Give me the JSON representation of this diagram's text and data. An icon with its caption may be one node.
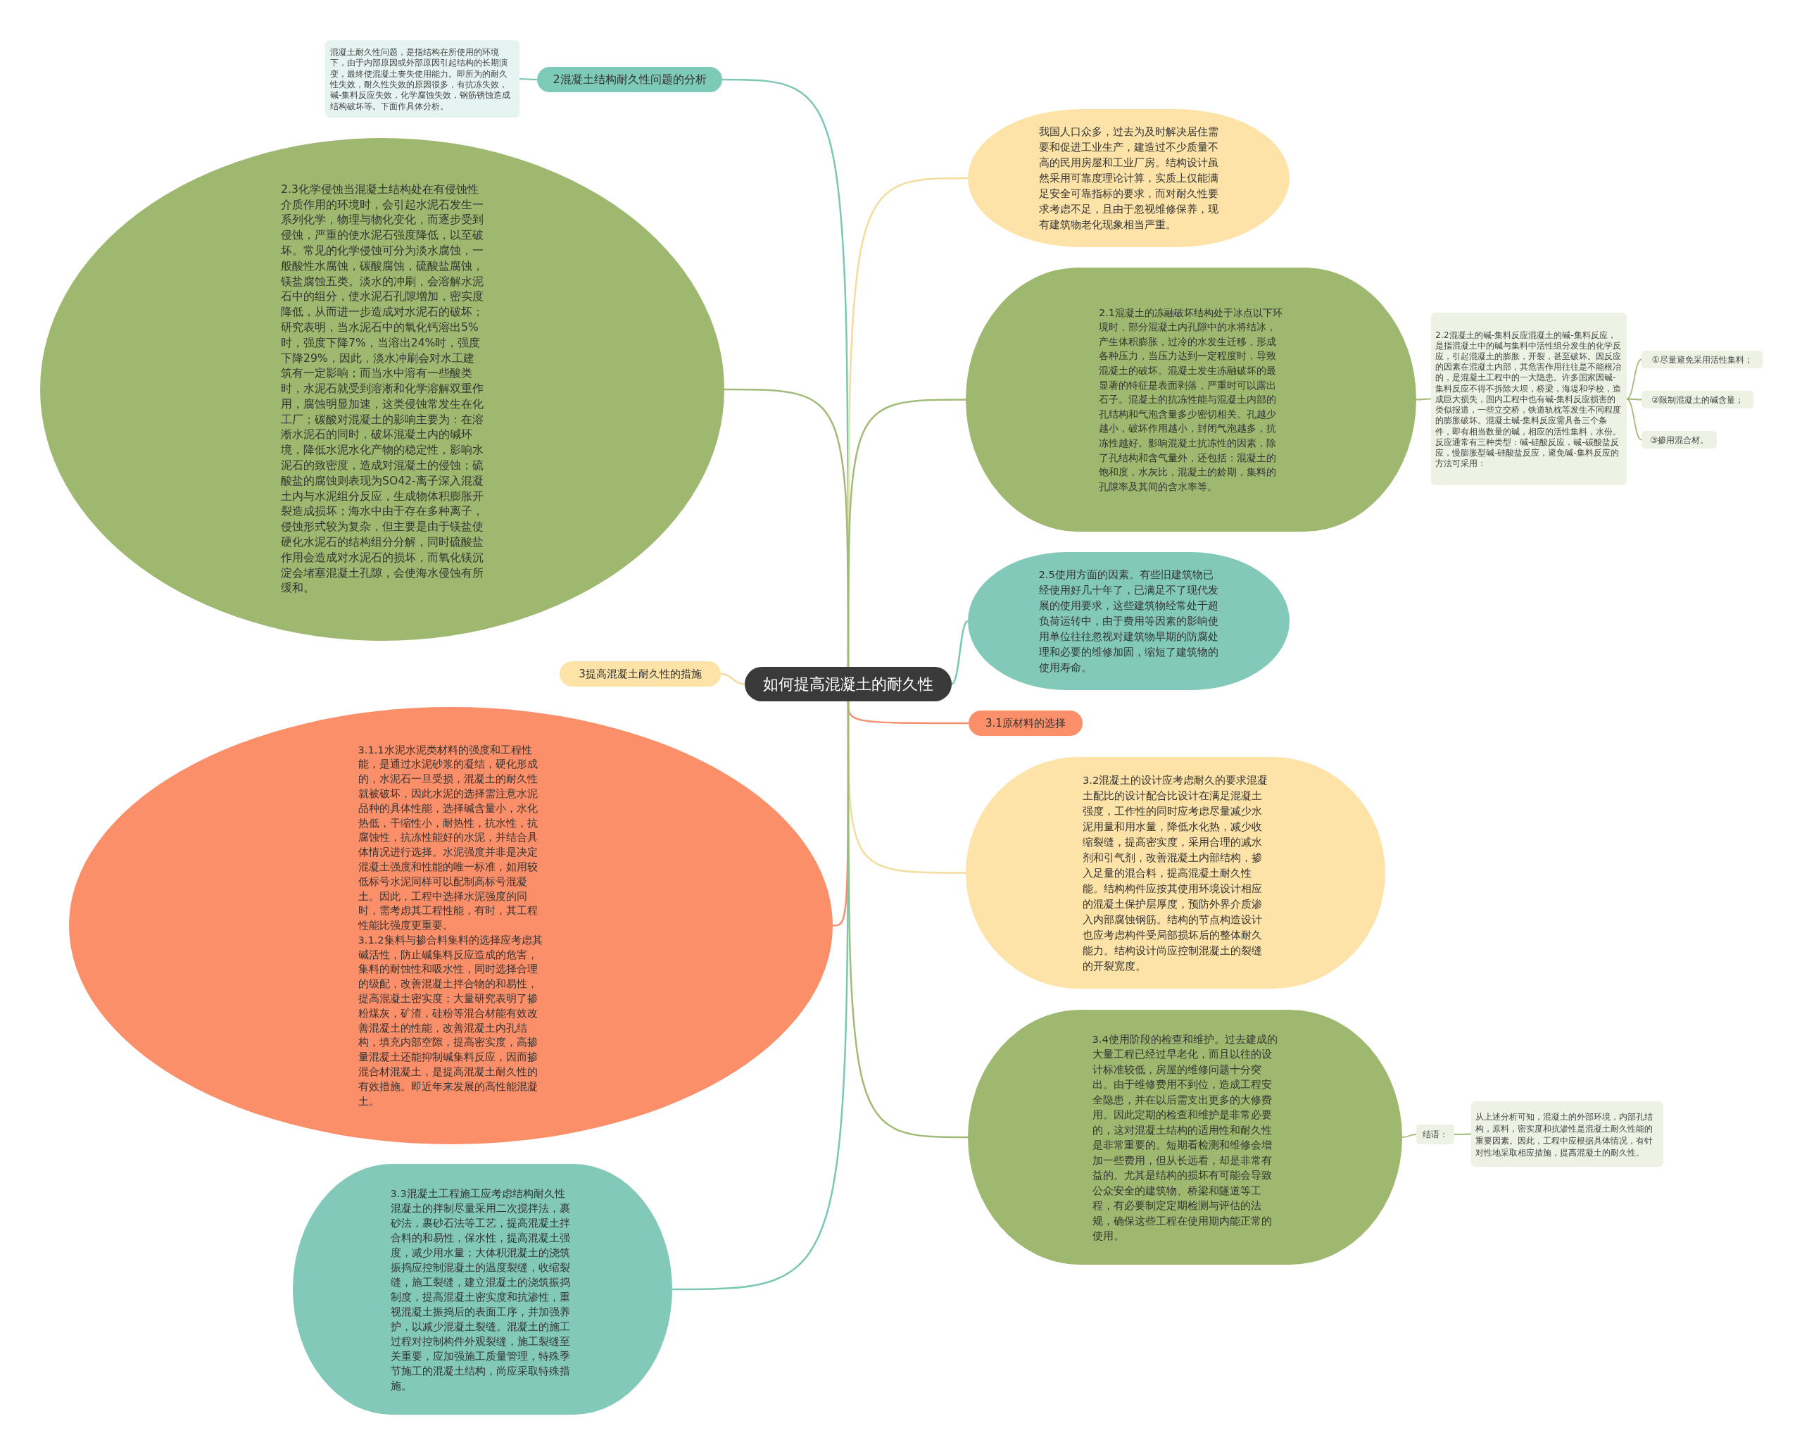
{
  "diagram": {
    "nodes": [
      {
        "text": [
          "如何提高混凝土的耐久性"
        ]
      },
      {
        "text": [
          "2混凝土结构耐久性问题的分析"
        ]
      },
      {
        "text": [
          "混凝土耐久性问题，是指结构在所使用的环境下，由于内部原因或外部原因引起结构的长期演变，最终使混凝土丧失使用能力。即所为的耐久性失效，耐久性失效的原因很多，有抗冻失效，碱-集料反应失效，化学腐蚀失效，钢筋锈蚀造成结构破坏等。下面作具体分析。"
        ]
      },
      {
        "text": [
          "我国人口众多，过去为及时解决居住需要和促进工业生产，建造过不少质量不高的民用房屋和工业厂房。结构设计虽然采用可靠度理论计算，实质上仅能满足安全可靠指标的要求，而对耐久性要求考虑不足，且由于忽视维修保养，现有建筑物老化现象相当严重。"
        ]
      },
      {
        "text": [
          "2.1混凝土的冻融破坏结构处于冰点以下环境时，部分混凝土内孔隙中的水将结冰，产生体积膨胀，过冷的水发生迁移，形成各种压力，当压力达到一定程度时，导致混凝土的破坏。混凝土发生冻融破坏的最显著的特征是表面剥落，严重时可以露出石子。混凝土的抗冻性能与混凝土内部的孔结构和气泡含量多少密切相关。孔越少越小，破坏作用越小，封闭气泡越多，抗冻性越好。影响混凝土抗冻性的因素，除了孔结构和含气量外，还包括：混凝土的饱和度，水灰比，混凝土的龄期，集料的孔隙率及其间的含水率等。"
        ]
      },
      {
        "text": [
          "2.2混凝土的碱-集料反应混凝土的碱-集料反应，是指混凝土中的碱与集料中活性组分发生的化学反应，引起混凝土的膨胀，开裂，甚至破坏。因反应的因素在混凝土内部，其危害作用往往是不能根冶的，是混凝土工程中的一大隐患。许多国家因碱-集料反应不得不拆除大坝，桥梁，海堤和学校，造成巨大损失，国内工程中也有碱-集料反应损害的类似报道，一些立交桥，铁道轨枕等发生不同程度的膨胀破坏。混凝土碱-集料反应需具备三个条件，即有相当数量的碱，相应的活性集料，水份。反应通常有三种类型：碱-硅酸反应，碱-碳酸盐反应，慢膨胀型碱-硅酸盐反应，避免碱-集料反应的方法可采用："
        ]
      },
      {
        "text": [
          "①尽量避免采用活性集料；"
        ]
      },
      {
        "text": [
          "②限制混凝土的碱含量；"
        ]
      },
      {
        "text": [
          "③掺用混合材。"
        ]
      },
      {
        "text": [
          "2.3化学侵蚀当混凝土结构处在有侵蚀性介质作用的环境时，会引起水泥石发生一系列化学，物理与物化变化，而逐步受到侵蚀，严重的使水泥石强度降低，以至破坏。常见的化学侵蚀可分为淡水腐蚀，一般酸性水腐蚀，碳酸腐蚀，硫酸盐腐蚀，镁盐腐蚀五类。淡水的冲刷，会溶解水泥石中的组分，使水泥石孔隙增加，密实度降低，从而进一步造成对水泥石的破坏；研究表明，当水泥石中的氧化钙溶出5%时，强度下降7%，当溶出24%时，强度下降29%，因此，淡水冲刷会对水工建筑有一定影响；而当水中溶有一些酸类时，水泥石就受到溶淅和化学溶解双重作用，腐蚀明显加速，这类侵蚀常发生在化工厂；碳酸对混凝土的影响主要为：在溶淅水泥石的同时，破坏混凝土内的碱环境，降低水泥水化产物的稳定性，影响水泥石的致密度，造成对混凝土的侵蚀；硫酸盐的腐蚀则表现为SO42-离子深入混凝土内与水泥组分反应，生成物体积膨胀开裂造成损坏；海水中由于存在多种离子，侵蚀形式较为复杂，但主要是由于镁盐使硬化水泥石的结构组分分解，同时硫酸盐作用会造成对水泥石的损坏，而氧化镁沉淀会堵塞混凝土孔隙，会使海水侵蚀有所缓和。"
        ]
      },
      {
        "text": [
          "2.5使用方面的因素。有些旧建筑物已经使用好几十年了，已满足不了现代发展的使用要求，这些建筑物经常处于超负荷运转中，由于费用等因素的影响使用单位往往忽视对建筑物早期的防腐处理和必要的维修加固，缩短了建筑物的使用寿命。"
        ]
      },
      {
        "text": [
          "3提高混凝土耐久性的措施"
        ]
      },
      {
        "text": [
          "3.1原材料的选择"
        ]
      },
      {
        "text": [
          "3.1.1水泥水泥类材料的强度和工程性能，是通过水泥砂浆的凝结，硬化形成的，水泥石一旦受损，混凝土的耐久性就被破坏，因此水泥的选择需注意水泥品种的具体性能，选择碱含量小，水化热低，干缩性小，耐热性，抗水性，抗腐蚀性，抗冻性能好的水泥，并结合具体情况进行选择。水泥强度并非是决定混凝土强度和性能的唯一标准，如用较低标号水泥同样可以配制高标号混凝土。因此，工程中选择水泥强度的同时，需考虑其工程性能，有时，其工程性能比强度更重要。",
          "3.1.2集料与掺合料集料的选择应考虑其碱活性，防止碱集料反应造成的危害，集料的耐蚀性和吸水性，同时选择合理的级配，改善混凝土拌合物的和易性，提高混凝土密实度；大量研究表明了掺粉煤灰，矿渣，硅粉等混合材能有效改善混凝土的性能，改善混凝土内孔结构，填充内部空隙，提高密实度，高掺量混凝土还能抑制碱集料反应，因而掺混合材混凝土，是提高混凝土耐久性的有效措施。即近年来发展的高性能混凝土。"
        ]
      },
      {
        "text": [
          "3.2混凝土的设计应考虑耐久的要求混凝土配比的设计配合比设计在满足混凝土强度，工作性的同时应考虑尽量减少水泥用量和用水量，降低水化热，减少收缩裂缝，提高密实度，采用合理的减水剂和引气剂，改善混凝土内部结构，掺入足量的混合料，提高混凝土耐久性能。结构构件应按其使用环境设计相应的混凝土保护层厚度，预防外界介质渗入内部腐蚀钢筋。结构的节点构造设计也应考虑构件受局部损坏后的整体耐久能力。结构设计尚应控制混凝土的裂缝的开裂宽度。"
        ]
      },
      {
        "text": [
          "3.3混凝土工程施工应考虑结构耐久性混凝土的拌制尽量采用二次搅拌法，裹砂法，裹砂石法等工艺，提高混凝土拌合料的和易性，保水性，提高混凝土强度，减少用水量；大体积混凝土的浇筑振捣应控制混凝土的温度裂缝，收缩裂缝，施工裂缝，建立混凝土的浇筑振捣制度，提高混凝土密实度和抗渗性，重视混凝土振捣后的表面工序，并加强养护，以减少混凝土裂缝。混凝土的施工过程对控制构件外观裂缝，施工裂缝至关重要，应加强施工质量管理，特殊季节施工的混凝土结构，尚应采取特殊措施。"
        ]
      },
      {
        "text": [
          "3.4使用阶段的检查和维护。过去建成的大量工程已经过早老化，而且以往的设计标准较低，房屋的维修问题十分突出。由于维修费用不到位，造成工程安全隐患，并在以后需支出更多的大修费用。因此定期的检查和维护是非常必要的，这对混凝土结构的适用性和耐久性是非常重要的。短期看检测和维修会增加一些费用，但从长远看，却是非常有益的。尤其是结构的损坏有可能会导致公众安全的建筑物、桥梁和隧道等工程，有必要制定定期检测与评估的法规，确保这些工程在使用期内能正常的使用。"
        ]
      },
      {
        "text": [
          "结语："
        ]
      },
      {
        "text": [
          "从上述分析可知，混凝土的外部环境，内部孔结构，原料，密实度和抗渗性是混凝土耐久性能的重要因素。因此，工程中应根据具体情况，有针对性地采取相应措施，提高混凝土的耐久性。"
        ]
      }
    ],
    "edges": [
      {
        "from": 0,
        "to": 1,
        "arrow": "none",
        "color": "#7cc6b6"
      },
      {
        "from": 1,
        "to": 2,
        "arrow": "none",
        "color": "#7cc6b6"
      },
      {
        "from": 0,
        "to": 3,
        "arrow": "none",
        "color": "#f3dc9c"
      },
      {
        "from": 0,
        "to": 4,
        "arrow": "none",
        "color": "#a3bb78"
      },
      {
        "from": 4,
        "to": 5,
        "arrow": "none",
        "color": "#a3bb78"
      },
      {
        "from": 5,
        "to": 6,
        "arrow": "none",
        "color": "#a3bb78"
      },
      {
        "from": 5,
        "to": 7,
        "arrow": "none",
        "color": "#a3bb78"
      },
      {
        "from": 5,
        "to": 8,
        "arrow": "none",
        "color": "#a3bb78"
      },
      {
        "from": 0,
        "to": 9,
        "arrow": "none",
        "color": "#a3bb78"
      },
      {
        "from": 0,
        "to": 10,
        "arrow": "none",
        "color": "#7cc6b6"
      },
      {
        "from": 0,
        "to": 11,
        "arrow": "none",
        "color": "#f3dc9c"
      },
      {
        "from": 0,
        "to": 12,
        "arrow": "none",
        "color": "#f29070"
      },
      {
        "from": 0,
        "to": 13,
        "arrow": "none",
        "color": "#f29070"
      },
      {
        "from": 0,
        "to": 14,
        "arrow": "none",
        "color": "#f3dc9c"
      },
      {
        "from": 0,
        "to": 15,
        "arrow": "none",
        "color": "#7cc6b6"
      },
      {
        "from": 0,
        "to": 16,
        "arrow": "none",
        "color": "#a3bb78"
      },
      {
        "from": 16,
        "to": 17,
        "arrow": "none",
        "color": "#a3bb78"
      },
      {
        "from": 17,
        "to": 18,
        "arrow": "none",
        "color": "#a3bb78"
      }
    ]
  }
}
